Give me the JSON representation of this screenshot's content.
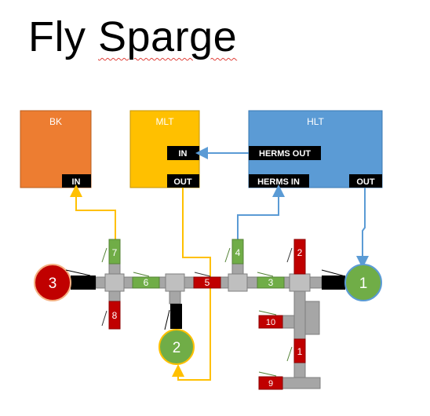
{
  "title": {
    "word1": "Fly",
    "word2": "Sparge"
  },
  "colors": {
    "bk": "#ed7d31",
    "mlt": "#ffc000",
    "hlt": "#5b9bd5",
    "valve_green": "#70ad47",
    "valve_red": "#c00000",
    "pipe": "#a6a6a6",
    "pump_green": "#70ad47",
    "pump_red": "#c00000",
    "line_yellow": "#ffc000",
    "line_blue": "#5b9bd5"
  },
  "vessels": {
    "bk": {
      "name": "BK",
      "in": "IN"
    },
    "mlt": {
      "name": "MLT",
      "in": "IN",
      "out": "OUT"
    },
    "hlt": {
      "name": "HLT",
      "herms_out": "HERMS OUT",
      "herms_in": "HERMS IN",
      "out": "OUT"
    }
  },
  "pumps": {
    "p1": "1",
    "p2": "2",
    "p3": "3"
  },
  "valves": {
    "v1": "1",
    "v2": "2",
    "v3": "3",
    "v4": "4",
    "v5": "5",
    "v6": "6",
    "v7": "7",
    "v8": "8",
    "v9": "9",
    "v10": "10"
  }
}
